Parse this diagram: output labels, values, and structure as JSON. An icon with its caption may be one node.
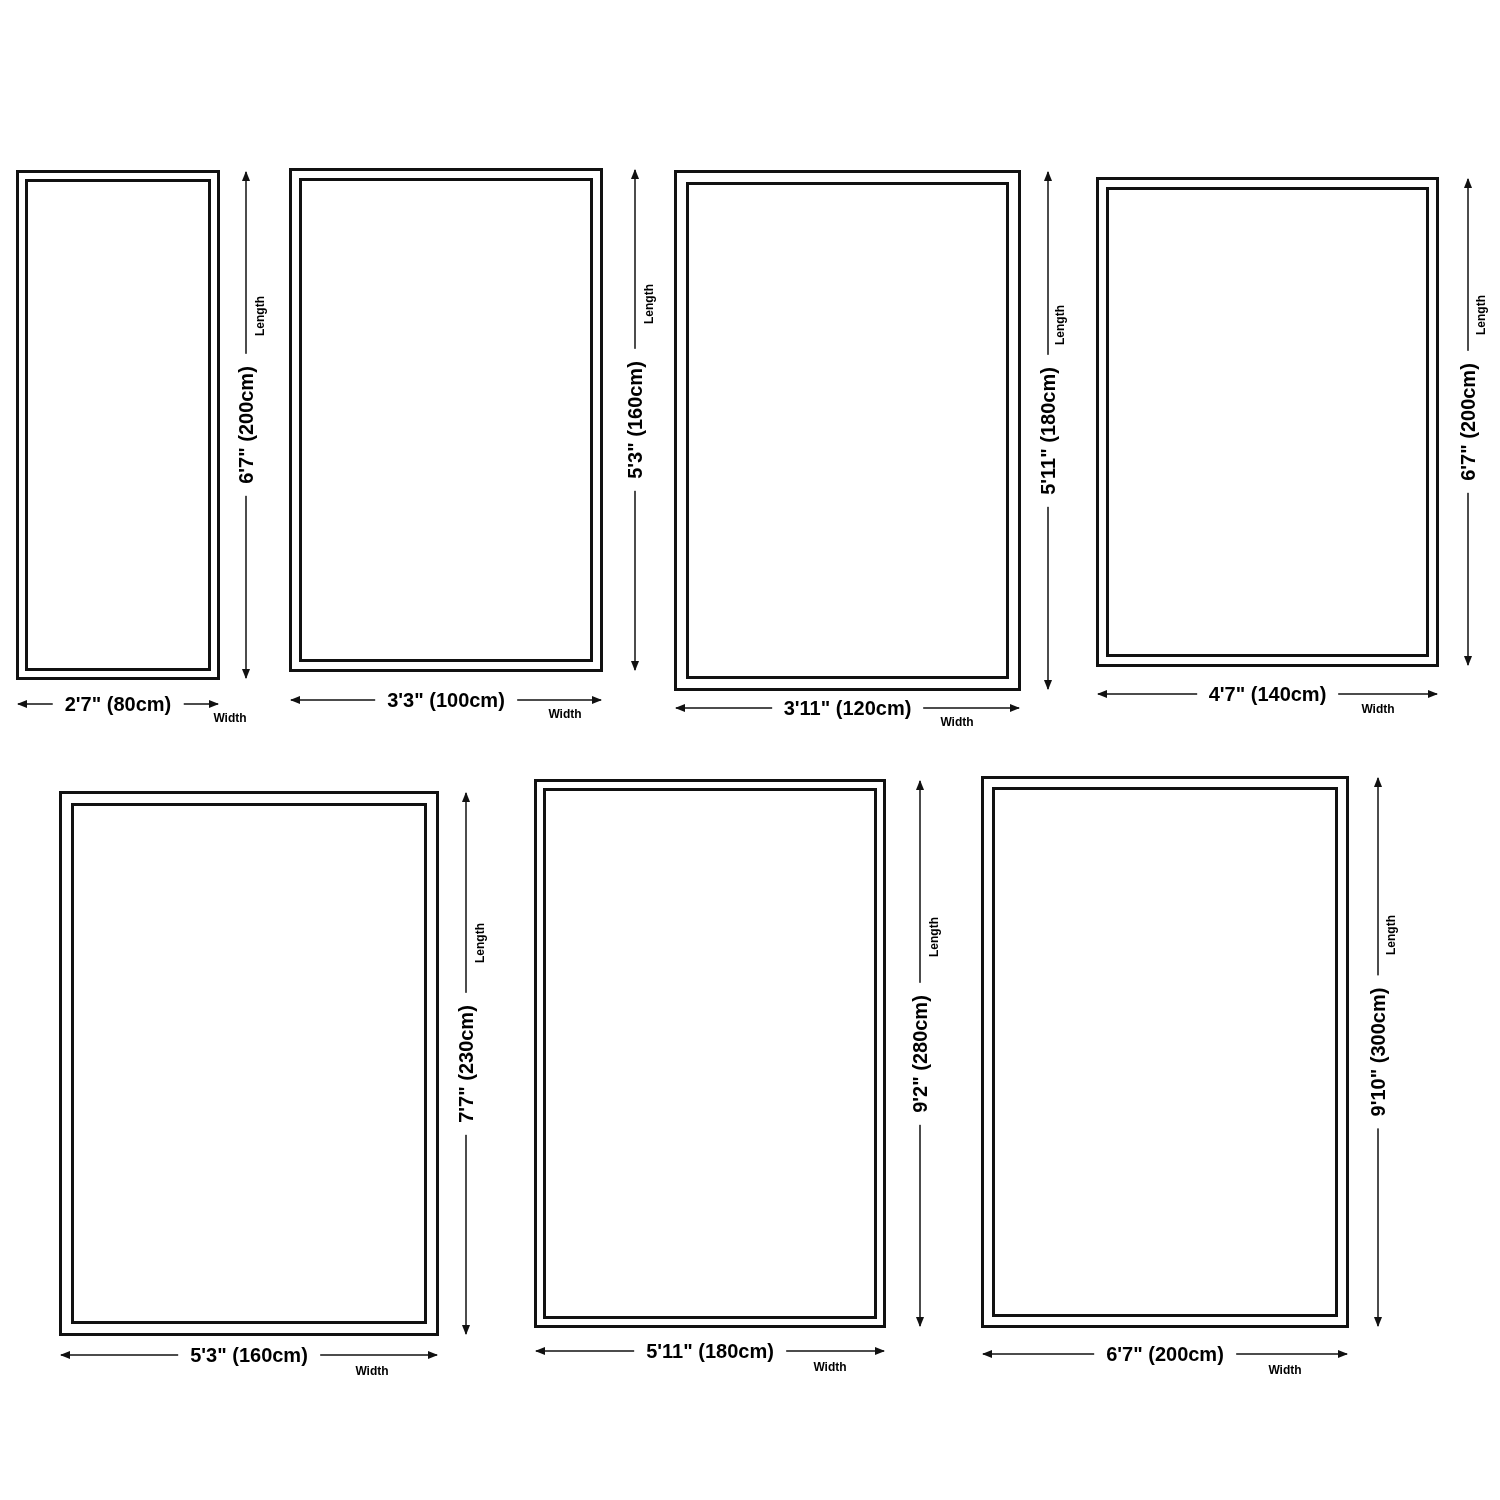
{
  "diagram": {
    "nodes": [
      {
        "text": [],
        "shape": "box"
      },
      {
        "text": [],
        "shape": "box"
      },
      {
        "text": [],
        "shape": "box"
      },
      {
        "text": [],
        "shape": "box"
      },
      {
        "text": [],
        "shape": "box"
      },
      {
        "text": [],
        "shape": "box"
      },
      {
        "text": [],
        "shape": "box"
      }
    ],
    "labels": [
      "2'7\" (80cm)",
      "Width",
      "6'7\" (200cm)",
      "Length",
      "3'3\" (100cm)",
      "Width",
      "5'3\" (160cm)",
      "Length",
      "3'11\" (120cm)",
      "Width",
      "5'11\" (180cm)",
      "Length",
      "4'7\" (140cm)",
      "Width",
      "6'7\" (200cm)",
      "Length",
      "5'3\" (160cm)",
      "Width",
      "7'7\" (230cm)",
      "Length",
      "5'11\" (180cm)",
      "Width",
      "9'2\" (280cm)",
      "Length",
      "6'7\" (200cm)",
      "Width",
      "9'10\" (300cm)",
      "Length"
    ]
  }
}
